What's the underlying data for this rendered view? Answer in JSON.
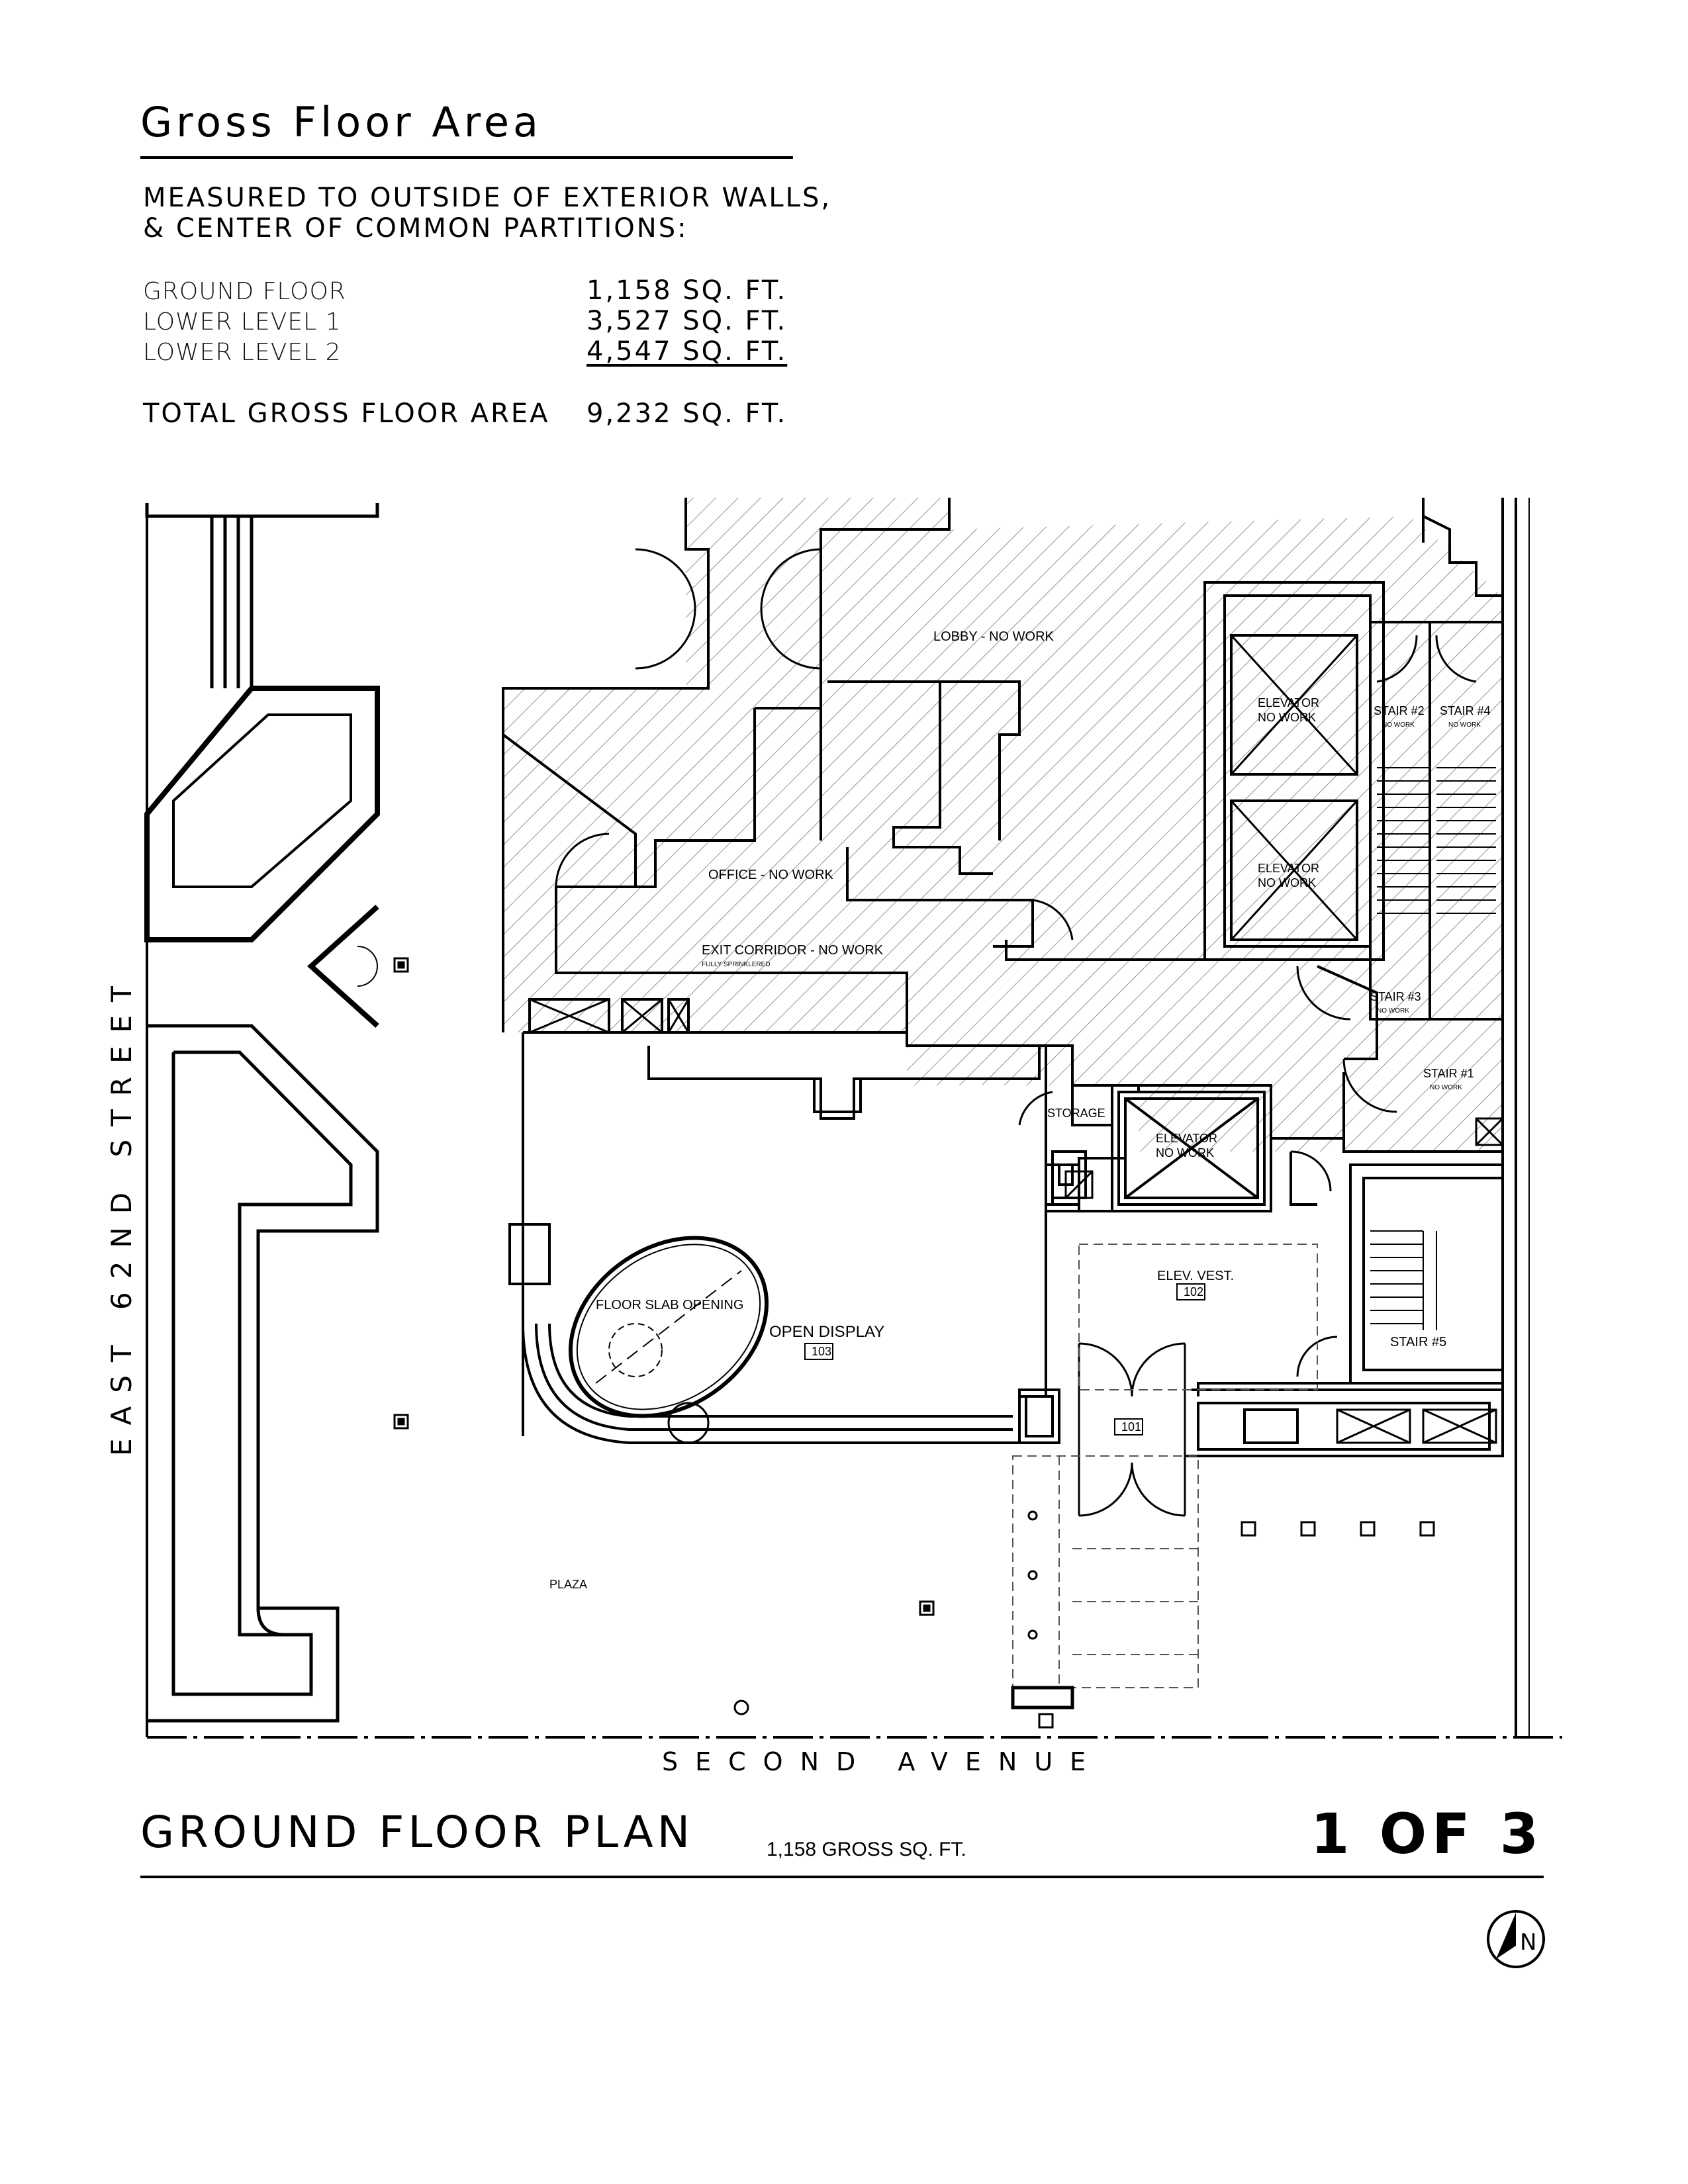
{
  "header": {
    "title": "Gross Floor Area",
    "note_line1": "MEASURED TO OUTSIDE OF EXTERIOR WALLS,",
    "note_line2": "& CENTER OF COMMON PARTITIONS:"
  },
  "area_table": {
    "rows": [
      {
        "label": "GROUND FLOOR",
        "value": "1,158 SQ. FT."
      },
      {
        "label": "LOWER LEVEL 1",
        "value": "3,527 SQ. FT."
      },
      {
        "label": "LOWER LEVEL 2",
        "value": "4,547 SQ. FT."
      }
    ],
    "total_label": "TOTAL GROSS FLOOR AREA",
    "total_value": "9,232 SQ. FT."
  },
  "plan": {
    "streets": {
      "west": "EAST 62ND STREET",
      "south": "SECOND AVENUE"
    },
    "rooms": {
      "lobby": "LOBBY - NO WORK",
      "office": "OFFICE - NO WORK",
      "exit_corridor": "EXIT CORRIDOR - NO WORK",
      "exit_corridor_note": "FULLY SPRINKLERED",
      "elevator1_a": "ELEVATOR",
      "elevator1_b": "NO WORK",
      "elevator2_a": "ELEVATOR",
      "elevator2_b": "NO WORK",
      "elevator3_a": "ELEVATOR",
      "elevator3_b": "NO WORK",
      "stair2_a": "STAIR #2",
      "stair2_b": "NO WORK",
      "stair4_a": "STAIR #4",
      "stair4_b": "NO WORK",
      "stair3_a": "STAIR #3",
      "stair3_b": "NO WORK",
      "stair1_a": "STAIR #1",
      "stair1_b": "NO WORK",
      "stair5": "STAIR #5",
      "storage": "STORAGE",
      "floor_slab": "FLOOR SLAB OPENING",
      "open_display": "OPEN DISPLAY",
      "open_display_num": "103",
      "elev_vest": "ELEV. VEST.",
      "elev_vest_num": "102",
      "room_101": "101",
      "plaza": "PLAZA"
    }
  },
  "footer": {
    "title": "GROUND FLOOR PLAN",
    "subtitle": "1,158 GROSS SQ. FT.",
    "page": "1 OF 3",
    "north": "N"
  }
}
